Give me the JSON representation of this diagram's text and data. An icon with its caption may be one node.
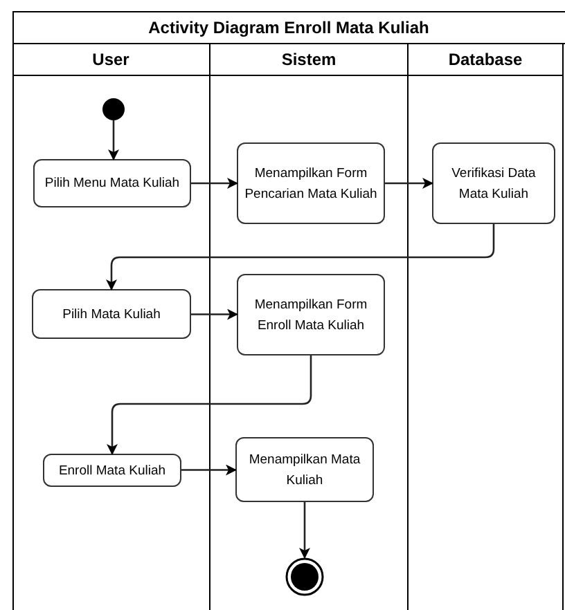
{
  "diagram": {
    "title": "Activity Diagram Enroll Mata Kuliah",
    "nodes": [
      {
        "text": [
          "User"
        ]
      },
      {
        "text": [
          "Sistem"
        ]
      },
      {
        "text": [
          "Database"
        ]
      },
      {
        "text": [],
        "shape": "circle",
        "in": 0
      },
      {
        "text": [
          "Pilih Menu Mata Kuliah"
        ],
        "in": 0
      },
      {
        "text": [
          "Menampilkan Form Pencarian Mata Kuliah"
        ],
        "in": 1
      },
      {
        "text": [
          "Verifikasi Data Mata Kuliah"
        ],
        "in": 2
      },
      {
        "text": [
          "Pilih Mata Kuliah"
        ],
        "in": 0
      },
      {
        "text": [
          "Menampilkan Form Enroll Mata Kuliah"
        ],
        "in": 1
      },
      {
        "text": [
          "Enroll Mata Kuliah"
        ],
        "in": 0
      },
      {
        "text": [
          "Menampilkan Mata Kuliah"
        ],
        "in": 1
      },
      {
        "text": [],
        "shape": "circle",
        "in": 1
      }
    ],
    "edges": [
      {
        "from": 3,
        "to": 4,
        "arrow": "to"
      },
      {
        "from": 4,
        "to": 5,
        "arrow": "to"
      },
      {
        "from": 5,
        "to": 6,
        "arrow": "to"
      },
      {
        "from": 6,
        "to": 7,
        "arrow": "to"
      },
      {
        "from": 7,
        "to": 8,
        "arrow": "to"
      },
      {
        "from": 8,
        "to": 9,
        "arrow": "to"
      },
      {
        "from": 9,
        "to": 10,
        "arrow": "to"
      },
      {
        "from": 10,
        "to": 11,
        "arrow": "to"
      }
    ]
  }
}
